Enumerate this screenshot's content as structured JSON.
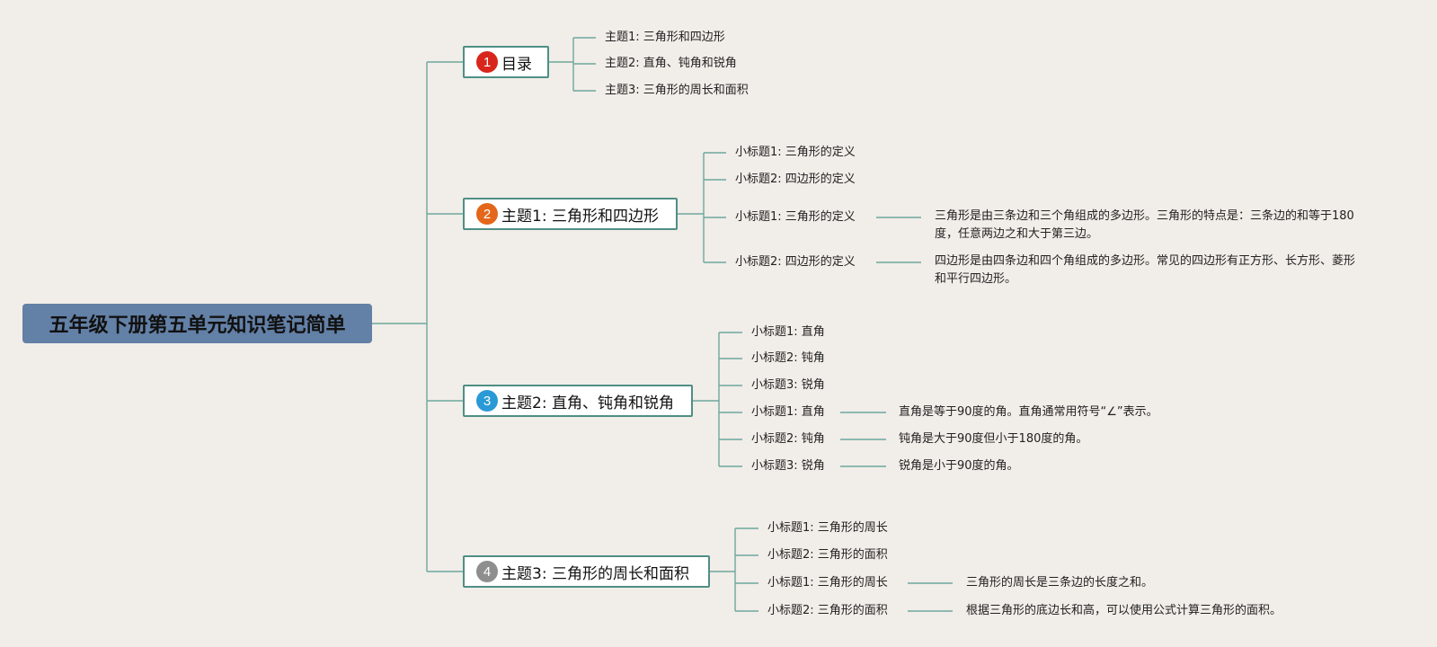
{
  "root": {
    "title": "五年级下册第五单元知识笔记简单"
  },
  "colors": {
    "root_fill": "#6380a6",
    "topic_border": "#4f8f85",
    "connector": "#6ea89e",
    "background": "#f1ede8",
    "badges": [
      "#d8261c",
      "#e3661a",
      "#2a9ad6",
      "#8e8e8e"
    ]
  },
  "topics": [
    {
      "badge": "1",
      "label": "目录",
      "children": [
        {
          "label": "主题1: 三角形和四边形"
        },
        {
          "label": "主题2: 直角、钝角和锐角"
        },
        {
          "label": "主题3: 三角形的周长和面积"
        }
      ]
    },
    {
      "badge": "2",
      "label": "主题1: 三角形和四边形",
      "children": [
        {
          "label": "小标题1: 三角形的定义"
        },
        {
          "label": "小标题2: 四边形的定义"
        },
        {
          "label": "小标题1: 三角形的定义",
          "note": "三角形是由三条边和三个角组成的多边形。三角形的特点是：三条边的和等于180度，任意两边之和大于第三边。"
        },
        {
          "label": "小标题2: 四边形的定义",
          "note": "四边形是由四条边和四个角组成的多边形。常见的四边形有正方形、长方形、菱形和平行四边形。"
        }
      ]
    },
    {
      "badge": "3",
      "label": "主题2: 直角、钝角和锐角",
      "children": [
        {
          "label": "小标题1: 直角"
        },
        {
          "label": "小标题2: 钝角"
        },
        {
          "label": "小标题3: 锐角"
        },
        {
          "label": "小标题1: 直角",
          "note": "直角是等于90度的角。直角通常用符号“∠”表示。"
        },
        {
          "label": "小标题2: 钝角",
          "note": "钝角是大于90度但小于180度的角。"
        },
        {
          "label": "小标题3: 锐角",
          "note": "锐角是小于90度的角。"
        }
      ]
    },
    {
      "badge": "4",
      "label": "主题3: 三角形的周长和面积",
      "children": [
        {
          "label": "小标题1: 三角形的周长"
        },
        {
          "label": "小标题2: 三角形的面积"
        },
        {
          "label": "小标题1: 三角形的周长",
          "note": "三角形的周长是三条边的长度之和。"
        },
        {
          "label": "小标题2: 三角形的面积",
          "note": "根据三角形的底边长和高，可以使用公式计算三角形的面积。"
        }
      ]
    }
  ]
}
